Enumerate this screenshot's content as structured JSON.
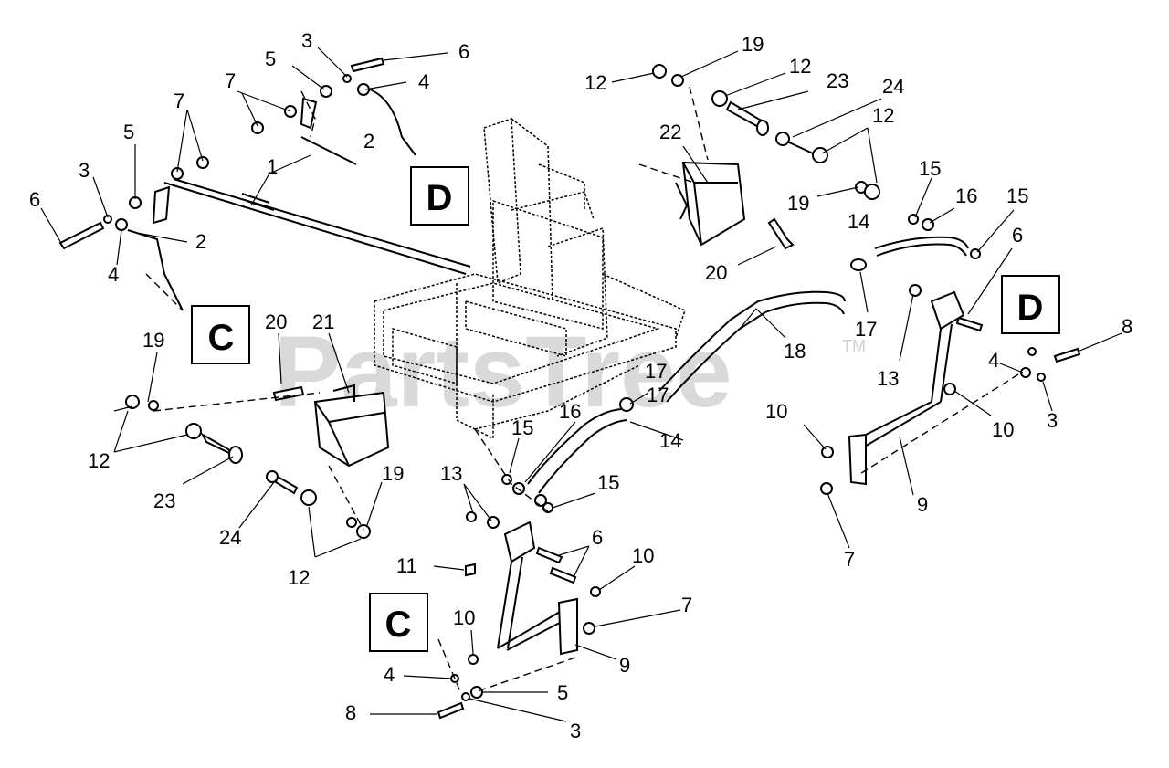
{
  "watermark": {
    "text": "PartsTree",
    "mark": "TM"
  },
  "reference_boxes": [
    {
      "id": "D-top",
      "label": "D"
    },
    {
      "id": "C-left",
      "label": "C"
    },
    {
      "id": "D-right",
      "label": "D"
    },
    {
      "id": "C-bottom",
      "label": "C"
    }
  ],
  "callouts": [
    "3",
    "6",
    "5",
    "4",
    "7",
    "2",
    "7",
    "5",
    "1",
    "3",
    "6",
    "2",
    "4",
    "19",
    "12",
    "12",
    "23",
    "24",
    "22",
    "12",
    "15",
    "16",
    "15",
    "19",
    "14",
    "6",
    "20",
    "20",
    "21",
    "19",
    "17",
    "12",
    "23",
    "24",
    "19",
    "12",
    "18",
    "13",
    "17",
    "4",
    "8",
    "3",
    "10",
    "10",
    "9",
    "7",
    "17",
    "15",
    "16",
    "14",
    "13",
    "15",
    "6",
    "11",
    "10",
    "10",
    "7",
    "9",
    "4",
    "5",
    "8",
    "3"
  ]
}
